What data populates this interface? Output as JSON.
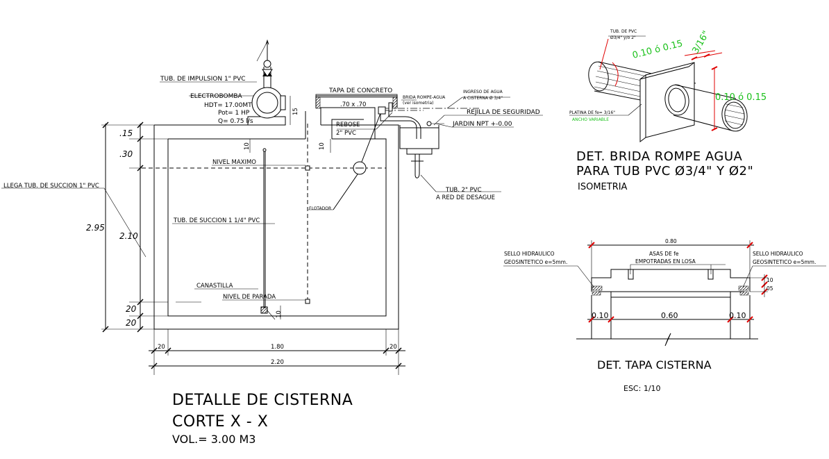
{
  "cistern": {
    "labels": {
      "impulsion": "TUB. DE IMPULSION 1\" PVC",
      "pump": "ELECTROBOMBA",
      "hdt": "HDT= 17.00MT",
      "pot": "Pot= 1 HP",
      "q": "Q= 0.75 l/s",
      "lid": "TAPA DE CONCRETO",
      "lid_size": ".70 x .70",
      "brida": "BRIDA ROMPE-AGUA",
      "brida_ref": "(ver isometria)",
      "ingreso1": "INGRESO DE AGUA",
      "ingreso2": "A CISTERNA Ø 3/4\"",
      "rejilla": "REJILLA DE SEGURIDAD",
      "jardin": "JARDIN NPT +-0.00",
      "rebose1": "REBOSE",
      "rebose2": "2\" PVC",
      "desague1": "TUB. 2\" PVC",
      "desague2": "A RED DE DESAGUE",
      "nivel_max": "NIVEL MAXIMO",
      "succion_llega": "LLEGA TUB. DE SUCCION 1\" PVC",
      "succion": "TUB. DE SUCCION 1 1/4\" PVC",
      "flotador": "FLOTADOR",
      "canastilla": "CANASTILLA",
      "nivel_parada": "NIVEL DE PARADA"
    },
    "dims": {
      "d15a": ".15",
      "d30": ".30",
      "d295": "2.95",
      "d210": "2.10",
      "d20a": "20",
      "d20b": "20",
      "d15b": "15",
      "d10a": "10",
      "d10b": "10",
      "d10c": "10",
      "w20a": "20",
      "w180": "1.80",
      "w20b": "20",
      "w220": "2.20"
    },
    "title1": "DETALLE DE CISTERNA",
    "title2": "CORTE   X - X",
    "title3": "VOL.= 3.00 M3"
  },
  "brida": {
    "tub1": "TUB. DE PVC",
    "tub2": "Ø3/4\" y/o 2\"",
    "platina": "PLATINA DE fe= 3/16\"",
    "ancho": "ANCHO VARIABLE",
    "dim1": "0.10 ó 0.15",
    "dim2": "3/16\"",
    "dim3": "0.10 ó 0.15",
    "title1": "DET. BRIDA ROMPE AGUA",
    "title2": "PARA TUB  PVC Ø3/4\" Y Ø2\"",
    "title3": "ISOMETRIA"
  },
  "tapa": {
    "w080": "0.80",
    "asas1": "ASAS DE fe",
    "asas2": "EMPOTRADAS EN LOSA",
    "sello_l1": "SELLO HIDRAULICO",
    "sello_l2": "GEOSINTETICO e=5mm.",
    "sello_r1": "SELLO HIDRAULICO",
    "sello_r2": "GEOSINTETICO e=5mm.",
    "d10": "10",
    "d05": "05",
    "w010a": "0.10",
    "w060": "0.60",
    "w010b": "0.10",
    "title": "DET. TAPA CISTERNA",
    "scale": "ESC: 1/10"
  }
}
